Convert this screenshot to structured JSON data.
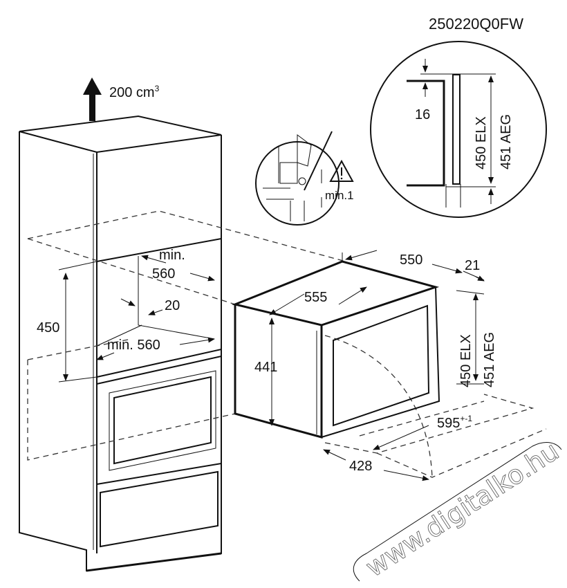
{
  "model_code": "250220Q0FW",
  "ventilation": {
    "value": "200 cm",
    "superscript": "3"
  },
  "cabinet_dims": {
    "min_width_top": "min.",
    "min_width_top_value": "560",
    "height": "450",
    "depth_gap": "20",
    "min_width_bottom": "min. 560"
  },
  "oven_dims": {
    "depth": "550",
    "back_offset": "21",
    "inner_depth": "555",
    "height": "441",
    "height_elx": "450 ELX",
    "height_aeg": "451 AEG",
    "width": "595",
    "width_tolerance": "+-1",
    "front_width": "428"
  },
  "detail_small": {
    "gap_label": "min.1",
    "warning_icon": "warning-triangle-icon"
  },
  "detail_large": {
    "gap_label": "16",
    "height_elx": "450 ELX",
    "height_aeg": "451 AEG"
  },
  "watermark": "www.digitalko.hu"
}
